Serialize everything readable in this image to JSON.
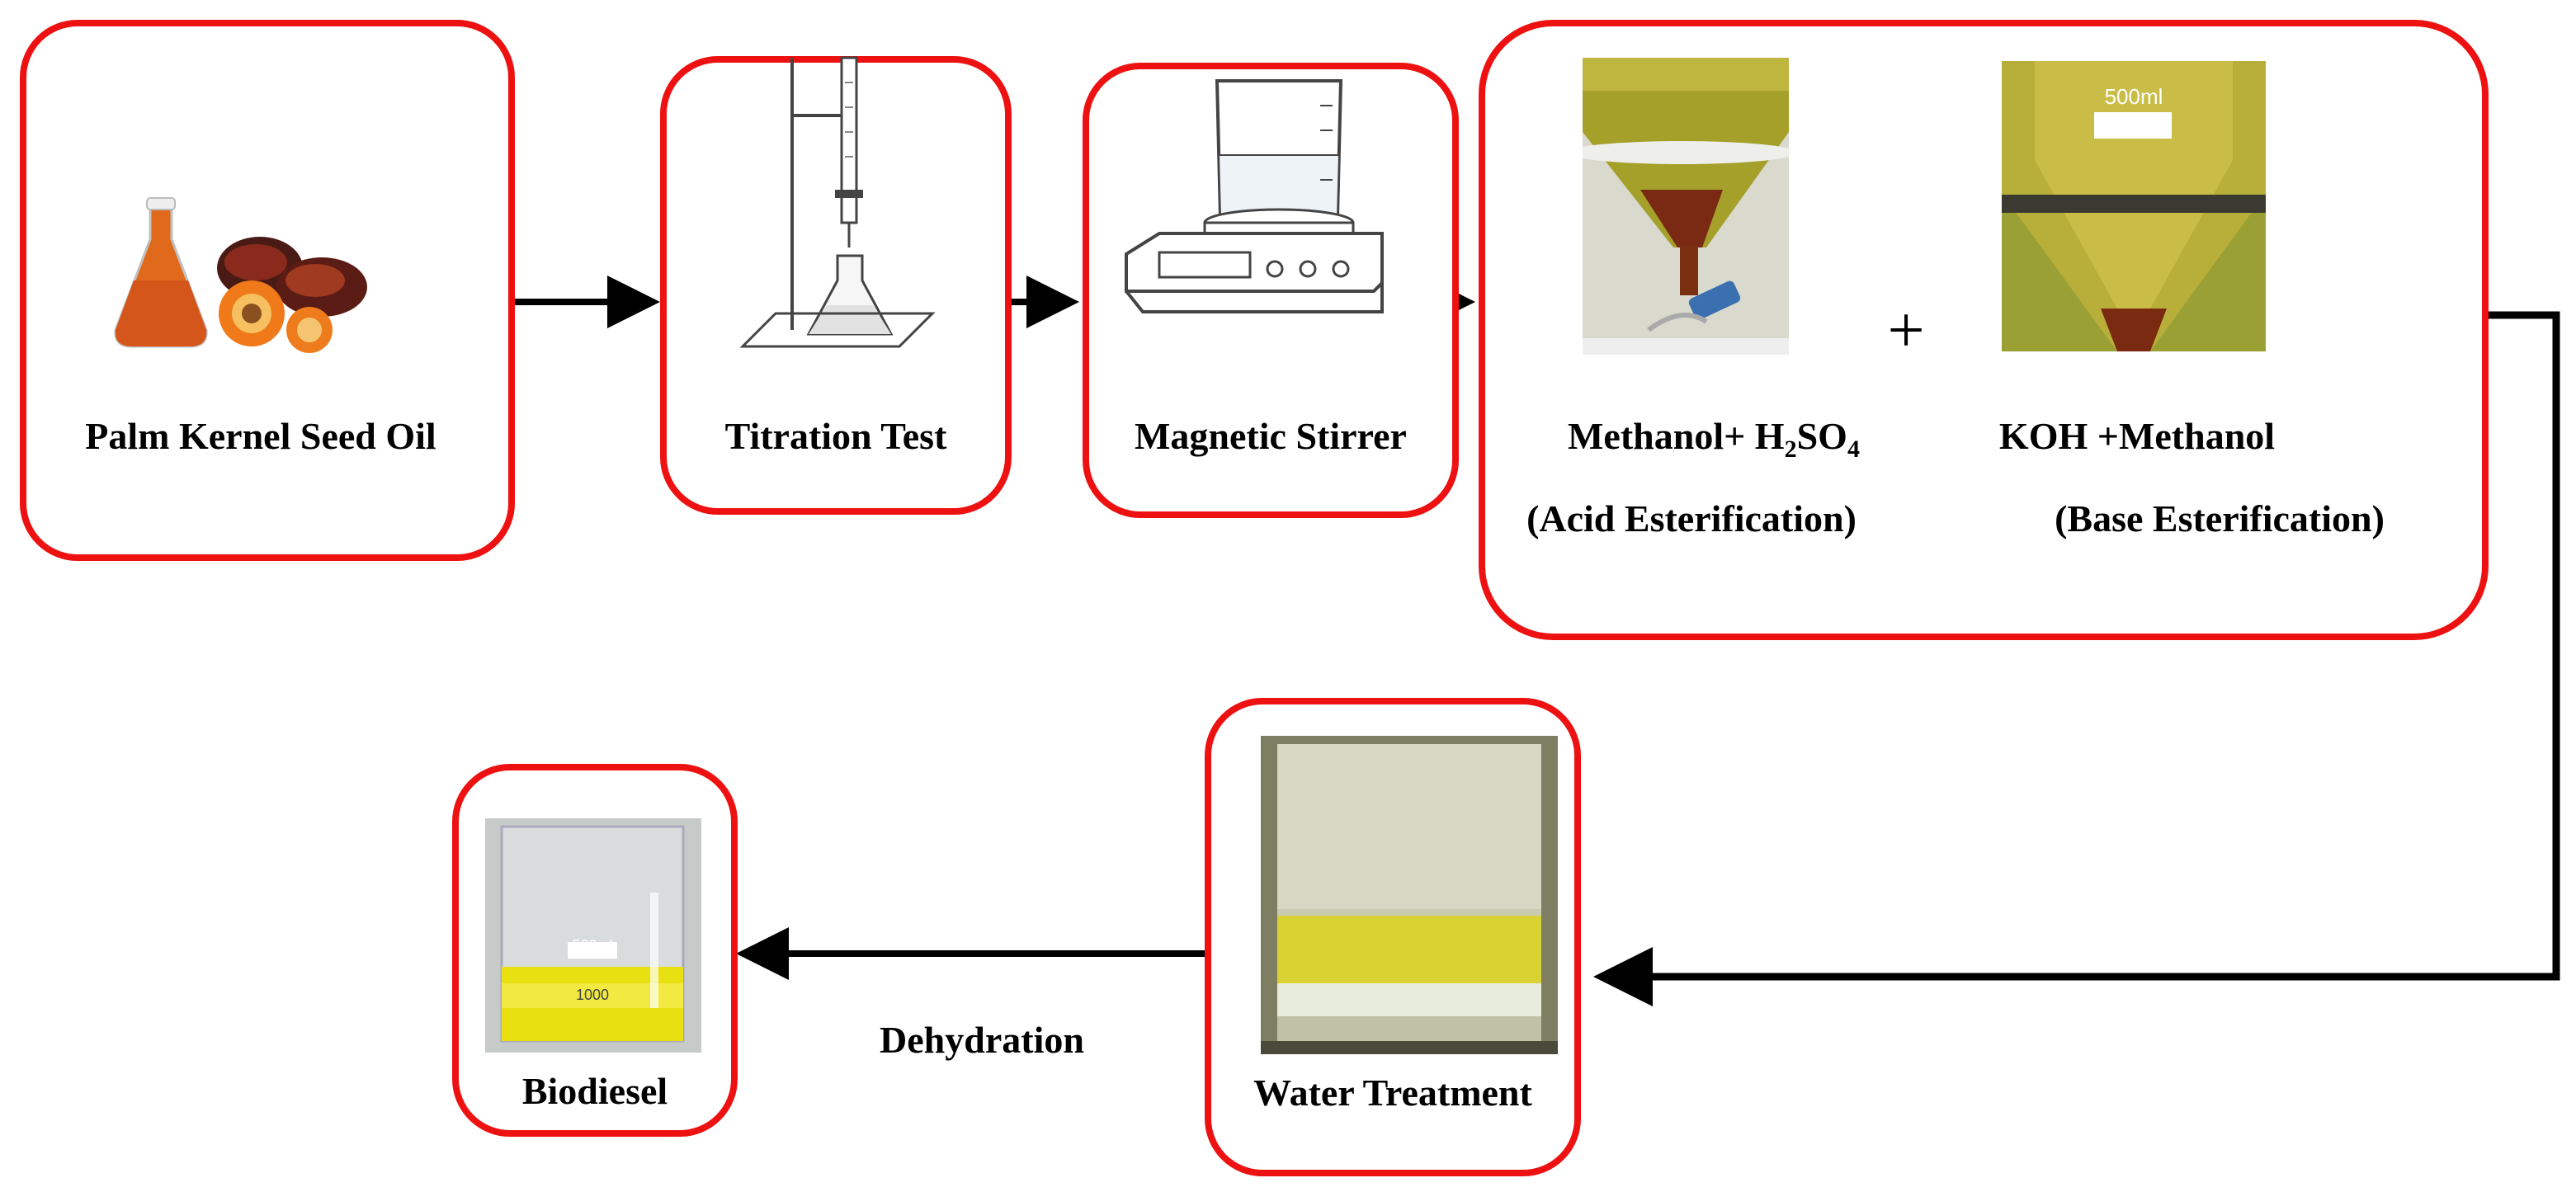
{
  "nodes": {
    "palm": {
      "label": "Palm Kernel Seed Oil",
      "image": "palm-oil-and-fruit-icon"
    },
    "titration": {
      "label": "Titration Test",
      "image": "titration-burette-flask-icon"
    },
    "stirrer": {
      "label": "Magnetic Stirrer",
      "image": "magnetic-stirrer-beaker-icon"
    },
    "acid": {
      "label_main": "Methanol+ H",
      "label_sub1": "2",
      "label_mid": "SO",
      "label_sub2": "4",
      "caption": "(Acid Esterification)"
    },
    "base": {
      "label": "KOH +Methanol",
      "caption": "(Base Esterification)",
      "funnel_mark": "500ml"
    },
    "plus": "+",
    "water": {
      "label": "Water Treatment"
    },
    "biodiesel": {
      "label": "Biodiesel",
      "beaker_mark": "500ml",
      "beaker_mark2": "1000"
    }
  },
  "edge_labels": {
    "dehydration": "Dehydration"
  },
  "colors": {
    "box_border": "#ee1111",
    "arrow": "#000000",
    "oil": "#e0c020"
  }
}
